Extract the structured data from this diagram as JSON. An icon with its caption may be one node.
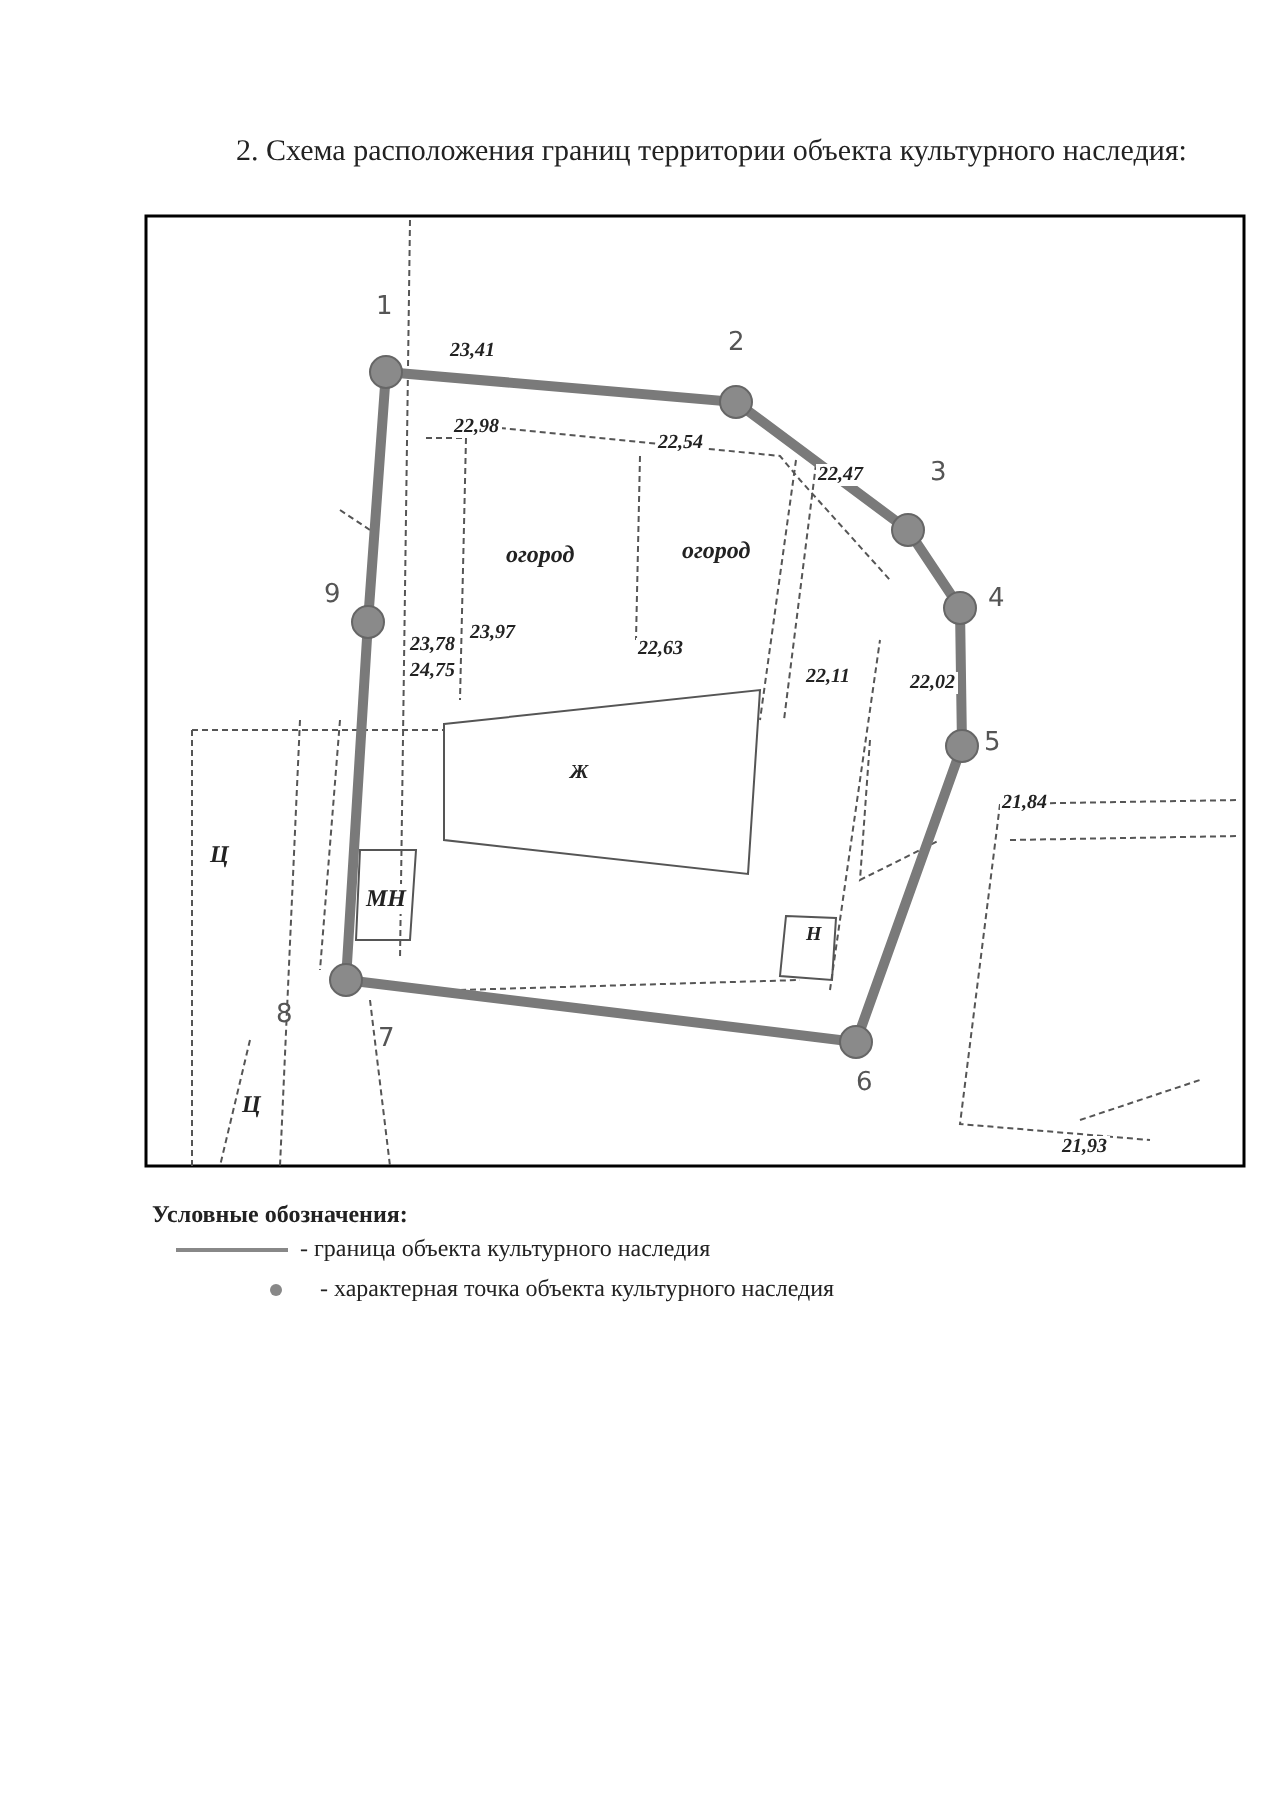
{
  "diagram": {
    "title": "2. Схема расположения границ территории объекта культурного наследия:",
    "labels": [
      "1",
      "2",
      "23,41",
      "22,98",
      "22,54",
      "22,47",
      "3",
      "огород",
      "огород",
      "9",
      "4",
      "23,97",
      "23,78",
      "24,75",
      "22,63",
      "22,11",
      "22,02",
      "5",
      "Ж",
      "21,84",
      "Ц",
      "МН",
      "Н",
      "8",
      "7",
      "6",
      "Ц",
      "21,93",
      "Условные обозначения:"
    ],
    "legend": [
      {
        "text": "- граница объекта культурного наследия"
      },
      {
        "text": "- характерная точка объекта культурного наследия"
      }
    ]
  }
}
